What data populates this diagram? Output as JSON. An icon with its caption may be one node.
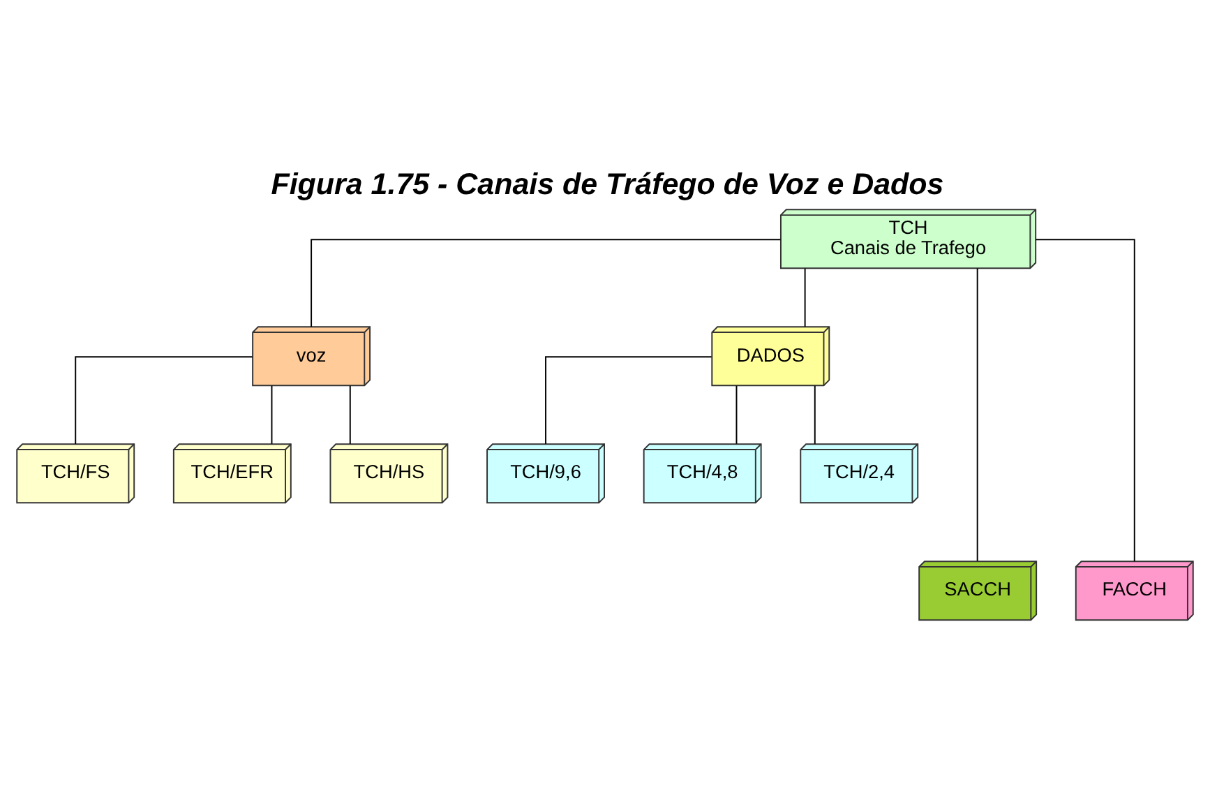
{
  "diagram": {
    "title": "Figura 1.75 - Canais de Tráfego de Voz e Dados",
    "nodes": [
      {
        "text": [
          "TCH",
          "Canais de Trafego"
        ]
      },
      {
        "text": [
          "voz"
        ]
      },
      {
        "text": [
          "DADOS"
        ]
      },
      {
        "text": [
          "TCH/FS"
        ]
      },
      {
        "text": [
          "TCH/EFR"
        ]
      },
      {
        "text": [
          "TCH/HS"
        ]
      },
      {
        "text": [
          "TCH/9,6"
        ]
      },
      {
        "text": [
          "TCH/4,8"
        ]
      },
      {
        "text": [
          "TCH/2,4"
        ]
      },
      {
        "text": [
          "SACCH"
        ]
      },
      {
        "text": [
          "FACCH"
        ]
      }
    ],
    "edges": [
      {
        "from": 0,
        "to": 1,
        "arrow": "none"
      },
      {
        "from": 0,
        "to": 9,
        "arrow": "none"
      },
      {
        "from": 0,
        "to": 10,
        "arrow": "none"
      },
      {
        "from": 0,
        "to": 2,
        "arrow": "none"
      },
      {
        "from": 1,
        "to": 3,
        "arrow": "none"
      },
      {
        "from": 1,
        "to": 4,
        "arrow": "none"
      },
      {
        "from": 1,
        "to": 5,
        "arrow": "none"
      },
      {
        "from": 2,
        "to": 6,
        "arrow": "none"
      },
      {
        "from": 2,
        "to": 7,
        "arrow": "none"
      },
      {
        "from": 2,
        "to": 8,
        "arrow": "none"
      }
    ]
  }
}
